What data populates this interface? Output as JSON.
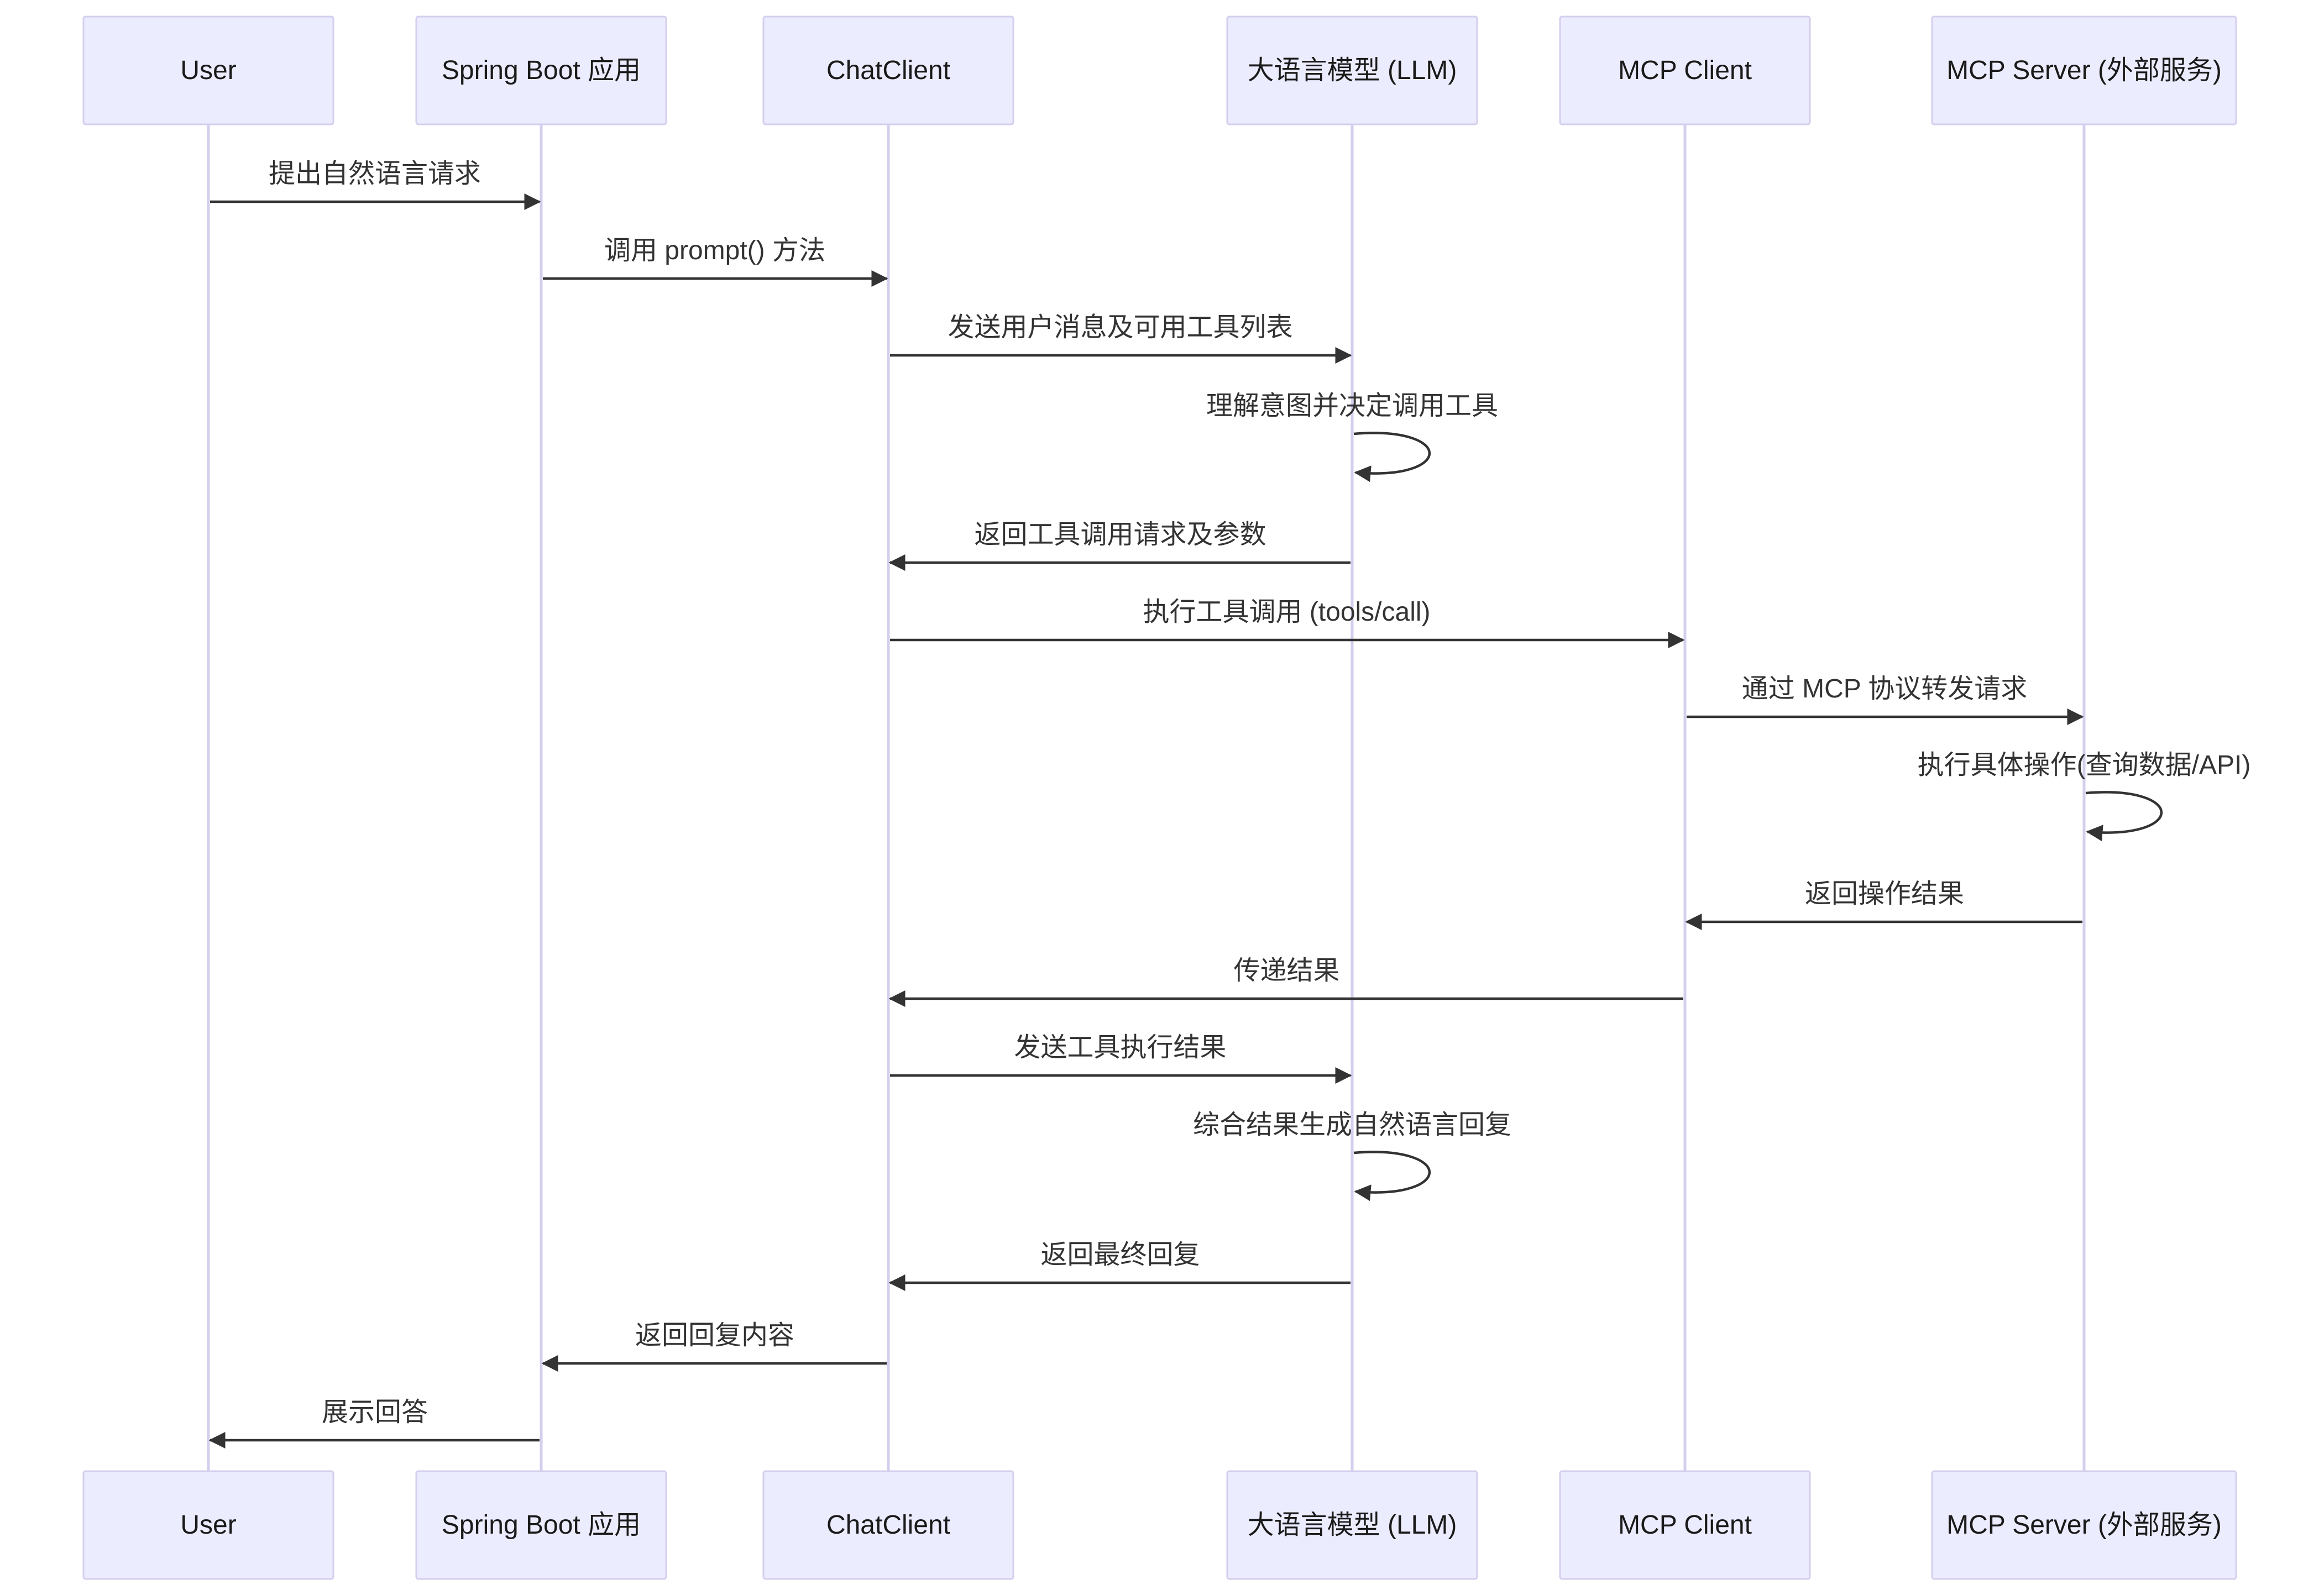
{
  "participants": [
    {
      "id": "user",
      "label": "User"
    },
    {
      "id": "app",
      "label": "Spring Boot 应用"
    },
    {
      "id": "chat",
      "label": "ChatClient"
    },
    {
      "id": "llm",
      "label": "大语言模型 (LLM)"
    },
    {
      "id": "mcpc",
      "label": "MCP Client"
    },
    {
      "id": "mcps",
      "label": "MCP Server (外部服务)"
    }
  ],
  "messages": [
    {
      "from": "user",
      "to": "app",
      "label": "提出自然语言请求"
    },
    {
      "from": "app",
      "to": "chat",
      "label": "调用 prompt() 方法"
    },
    {
      "from": "chat",
      "to": "llm",
      "label": "发送用户消息及可用工具列表"
    },
    {
      "from": "llm",
      "to": "llm",
      "label": "理解意图并决定调用工具"
    },
    {
      "from": "llm",
      "to": "chat",
      "label": "返回工具调用请求及参数"
    },
    {
      "from": "chat",
      "to": "mcpc",
      "label": "执行工具调用 (tools/call)"
    },
    {
      "from": "mcpc",
      "to": "mcps",
      "label": "通过 MCP 协议转发请求"
    },
    {
      "from": "mcps",
      "to": "mcps",
      "label": "执行具体操作(查询数据/API)"
    },
    {
      "from": "mcps",
      "to": "mcpc",
      "label": "返回操作结果"
    },
    {
      "from": "mcpc",
      "to": "chat",
      "label": "传递结果"
    },
    {
      "from": "chat",
      "to": "llm",
      "label": "发送工具执行结果"
    },
    {
      "from": "llm",
      "to": "llm",
      "label": "综合结果生成自然语言回复"
    },
    {
      "from": "llm",
      "to": "chat",
      "label": "返回最终回复"
    },
    {
      "from": "chat",
      "to": "app",
      "label": "返回回复内容"
    },
    {
      "from": "app",
      "to": "user",
      "label": "展示回答"
    }
  ]
}
